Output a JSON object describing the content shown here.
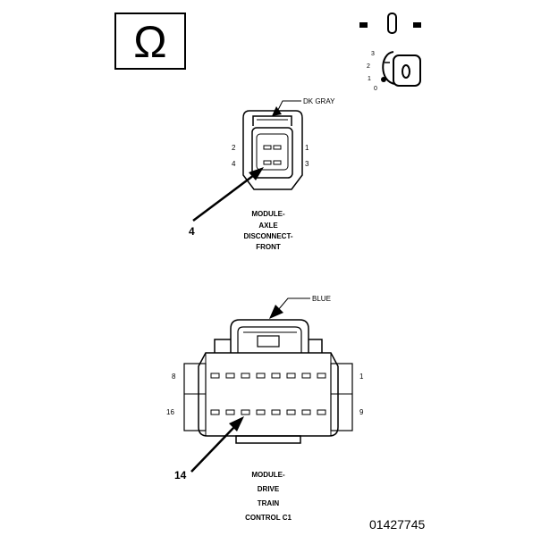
{
  "ohm_symbol": "Ω",
  "ignition": {
    "positions": [
      "3",
      "2",
      "1",
      "0"
    ],
    "icon": "ignition-key-icon"
  },
  "connector_axle": {
    "wire_color": "DK GRAY",
    "pins": {
      "p1": "1",
      "p2": "2",
      "p3": "3",
      "p4": "4"
    },
    "callout_pin": "4",
    "caption": [
      "MODULE-",
      "AXLE",
      "DISCONNECT-",
      "FRONT"
    ]
  },
  "connector_drivetrain": {
    "wire_color": "BLUE",
    "pins": {
      "p1": "1",
      "p8": "8",
      "p9": "9",
      "p16": "16"
    },
    "callout_pin": "14",
    "caption": [
      "MODULE-",
      "DRIVE",
      "TRAIN",
      "CONTROL C1"
    ]
  },
  "document_id": "01427745"
}
